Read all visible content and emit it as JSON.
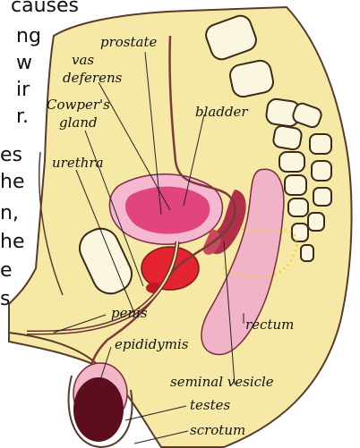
{
  "side_text": [
    "causes",
    "ng",
    "w",
    "ir",
    "r.",
    "es",
    "he",
    "n,",
    "he",
    "e",
    "s"
  ],
  "labels": {
    "prostate": "prostate",
    "vas": "vas",
    "deferens": "deferens",
    "cowpers": "Cowper's",
    "gland": "gland",
    "bladder": "bladder",
    "urethra": "urethra",
    "penis": "penis",
    "rectum": "rectum",
    "epididymis": "epididymis",
    "seminal_vesicle": "seminal vesicle",
    "testes": "testes",
    "scrotum": "scrotum"
  },
  "colors": {
    "body": "#f6e9a6",
    "bladder": "#e0457d",
    "prostate": "#e3242e",
    "rectum": "#f0b3c7",
    "seminal": "#b0304a",
    "testis": "#5c0e1f",
    "bone": "#fbf6df"
  }
}
